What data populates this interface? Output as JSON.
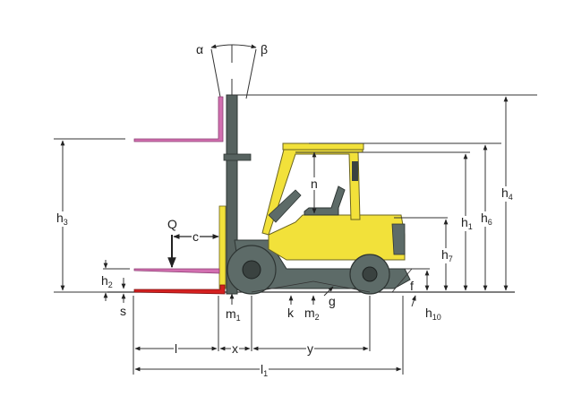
{
  "diagram": {
    "subject": "Counterbalance forklift truck – side view dimension drawing",
    "colors": {
      "body_yellow": "#f2e13a",
      "body_grey": "#5d6b68",
      "mast_grey": "#56625f",
      "fork_pink": "#d26fb0",
      "fork_red": "#d42020",
      "dimension_line": "#333333"
    },
    "angles": {
      "alpha": "α",
      "beta": "β"
    },
    "labels": {
      "h3": {
        "base": "h",
        "sub": "3"
      },
      "h2": {
        "base": "h",
        "sub": "2"
      },
      "s": {
        "base": "s",
        "sub": ""
      },
      "Q": {
        "base": "Q",
        "sub": ""
      },
      "c": {
        "base": "c",
        "sub": ""
      },
      "m1": {
        "base": "m",
        "sub": "1"
      },
      "k": {
        "base": "k",
        "sub": ""
      },
      "m2": {
        "base": "m",
        "sub": "2"
      },
      "g": {
        "base": "g",
        "sub": ""
      },
      "n": {
        "base": "n",
        "sub": ""
      },
      "f": {
        "base": "f",
        "sub": ""
      },
      "h10": {
        "base": "h",
        "sub": "10"
      },
      "h7": {
        "base": "h",
        "sub": "7"
      },
      "h1": {
        "base": "h",
        "sub": "1"
      },
      "h6": {
        "base": "h",
        "sub": "6"
      },
      "h4": {
        "base": "h",
        "sub": "4"
      },
      "l": {
        "base": "l",
        "sub": ""
      },
      "x": {
        "base": "x",
        "sub": ""
      },
      "y": {
        "base": "y",
        "sub": ""
      },
      "l1": {
        "base": "l",
        "sub": "1"
      }
    }
  }
}
